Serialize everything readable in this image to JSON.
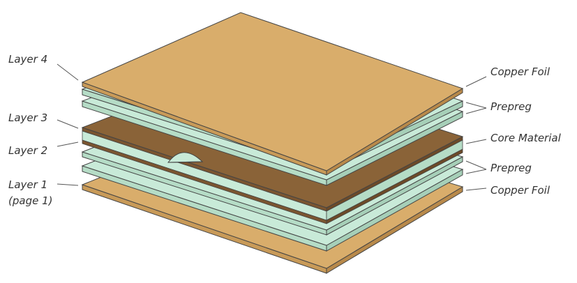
{
  "labels": {
    "layer4": "Layer 4",
    "layer3": "Layer 3",
    "layer2": "Layer 2",
    "layer1": "Layer 1",
    "layer1_note": "(page 1)",
    "copper_foil_top": "Copper Foil",
    "prepreg_top": "Prepreg",
    "core_material": "Core Material",
    "prepreg_bottom": "Prepreg",
    "copper_foil_bottom": "Copper Foil"
  },
  "colors": {
    "copper": "#d9ad6b",
    "prepreg": "#c8ead8",
    "core": "#8a6338",
    "outline": "#444444",
    "leader": "#555555",
    "text": "#333333"
  }
}
